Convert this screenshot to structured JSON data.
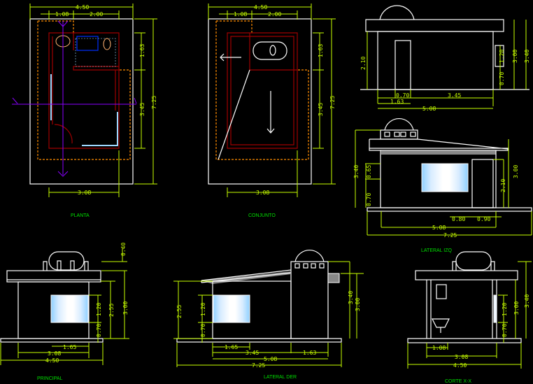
{
  "titles": {
    "planta": "PLANTA",
    "conjunto": "CONJUNTO",
    "lateral_izq": "LATERAL IZQ",
    "principal": "PRINCIPAL",
    "lateral_der": "LATERAL DER",
    "corte": "CORTE X-X"
  },
  "planta_dims": [
    "4.50",
    "1.08",
    "2.00",
    "1.63",
    "3.45",
    "7.25",
    "3.08"
  ],
  "conjunto_dims": [
    "4.50",
    "1.08",
    "2.00",
    "1.63",
    "3.45",
    "7.25",
    "3.08"
  ],
  "top_elev_dims": [
    "2.10",
    "0.70",
    "3.45",
    "1.63",
    "5.08",
    "1.20",
    "0.70",
    "3.00",
    "3.40"
  ],
  "lateral_izq_dims": [
    "3.40",
    "0.65",
    "0.70",
    "2.10",
    "3.00",
    "0.80",
    "0.90",
    "5.08",
    "7.25"
  ],
  "principal_dims": [
    "0.40",
    "1.20",
    "0.70",
    "2.55",
    "3.00",
    "1.65",
    "3.08",
    "4.50"
  ],
  "lateral_der_dims": [
    "2.55",
    "1.20",
    "0.70",
    "3.00",
    "3.40",
    "1.65",
    "3.45",
    "1.63",
    "5.08",
    "7.25"
  ],
  "corte_dims": [
    "1.20",
    "0.70",
    "3.00",
    "3.40",
    "1.08",
    "3.08",
    "4.50"
  ],
  "colors": {
    "background": "#000000",
    "dimension": "#c8ff00",
    "title": "#00e000",
    "wall": "#ffffff",
    "axis": "#8a00ff"
  }
}
